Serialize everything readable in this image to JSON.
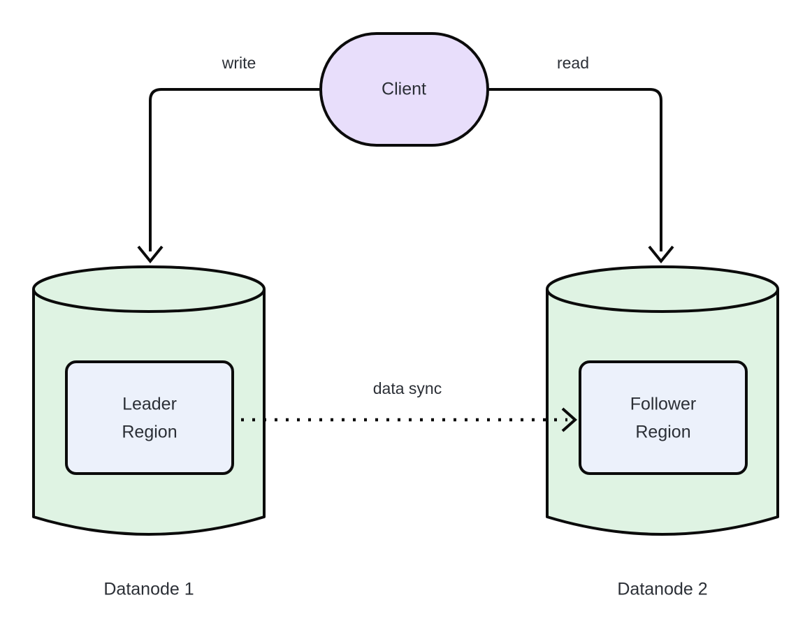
{
  "diagram": {
    "type": "flowchart",
    "background": "#ffffff",
    "stroke_color": "#0b0b0b",
    "text_color": "#2b2f36",
    "nodes": [
      {
        "id": "client",
        "label": "Client",
        "shape": "stadium",
        "fill": "#e8defb"
      },
      {
        "id": "datanode1",
        "label": "",
        "shape": "cylinder",
        "fill": "#dff3e3",
        "caption": "Datanode 1"
      },
      {
        "id": "datanode2",
        "label": "",
        "shape": "cylinder",
        "fill": "#dff3e3",
        "caption": "Datanode 2"
      },
      {
        "id": "leader",
        "label_line1": "Leader",
        "label_line2": "Region",
        "shape": "rounded-rect",
        "fill": "#ecf1fb"
      },
      {
        "id": "follower",
        "label_line1": "Follower",
        "label_line2": "Region",
        "shape": "rounded-rect",
        "fill": "#ecf1fb"
      }
    ],
    "edges": [
      {
        "id": "write-edge",
        "label": "write",
        "from": "client",
        "to": "datanode1",
        "style": "solid",
        "arrow": "open"
      },
      {
        "id": "read-edge",
        "label": "read",
        "from": "client",
        "to": "datanode2",
        "style": "solid",
        "arrow": "open"
      },
      {
        "id": "sync-edge",
        "label": "data sync",
        "from": "leader",
        "to": "follower",
        "style": "dotted",
        "arrow": "open"
      }
    ]
  }
}
